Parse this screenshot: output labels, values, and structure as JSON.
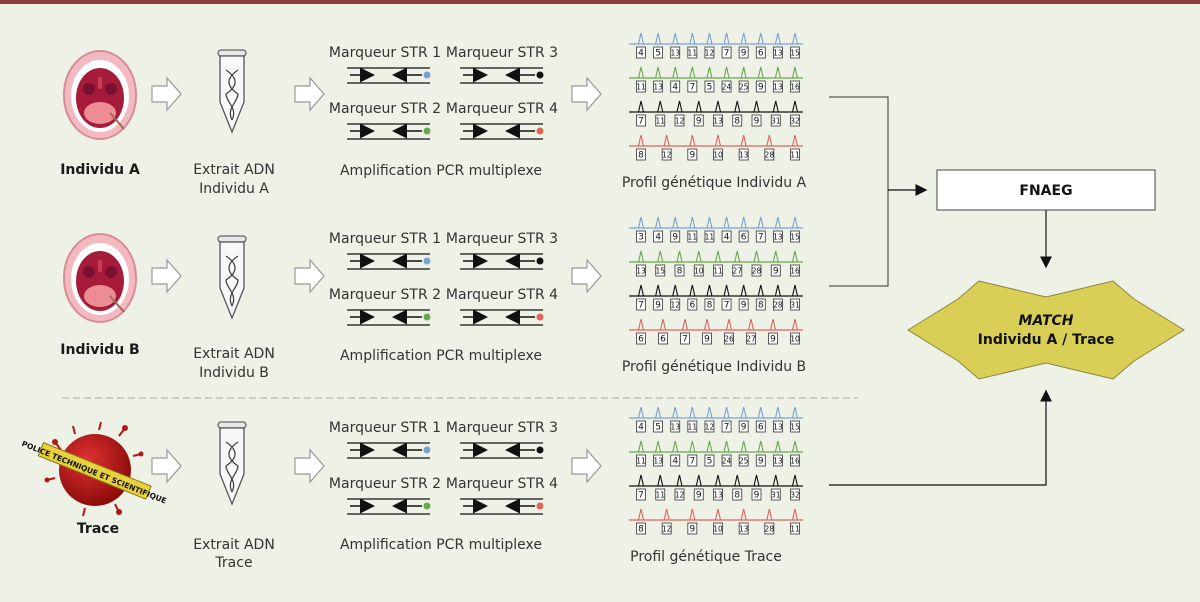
{
  "colors": {
    "background": "#eef1e6",
    "top_bar": "#8f3a3a",
    "blue": "#7aa2cf",
    "green": "#6aa84f",
    "black": "#111111",
    "red": "#e0645a",
    "match_fill": "#d9cf57"
  },
  "rows": [
    {
      "source_label": "Individu A",
      "source_icon": "mouth-icon",
      "extract_line1": "Extrait ADN",
      "extract_line2": "Individu A",
      "markers": [
        "Marqueur STR 1",
        "Marqueur STR 3",
        "Marqueur STR 2",
        "Marqueur STR 4"
      ],
      "pcr_label": "Amplification PCR multiplexe",
      "profile_label": "Profil génétique Individu A",
      "profile": [
        [
          "4",
          "5",
          "13",
          "11",
          "12",
          "7",
          "9",
          "6",
          "13",
          "15"
        ],
        [
          "11",
          "13",
          "4",
          "7",
          "5",
          "24",
          "25",
          "9",
          "13",
          "16"
        ],
        [
          "7",
          "11",
          "12",
          "9",
          "13",
          "8",
          "9",
          "31",
          "32"
        ],
        [
          "8",
          "12",
          "9",
          "10",
          "13",
          "28",
          "11"
        ]
      ]
    },
    {
      "source_label": "Individu B",
      "source_icon": "mouth-icon",
      "extract_line1": "Extrait ADN",
      "extract_line2": "Individu B",
      "markers": [
        "Marqueur STR 1",
        "Marqueur STR 3",
        "Marqueur STR 2",
        "Marqueur STR 4"
      ],
      "pcr_label": "Amplification PCR multiplexe",
      "profile_label": "Profil génétique Individu B",
      "profile": [
        [
          "3",
          "4",
          "9",
          "11",
          "11",
          "4",
          "6",
          "7",
          "13",
          "15"
        ],
        [
          "13",
          "15",
          "8",
          "10",
          "11",
          "27",
          "28",
          "9",
          "16"
        ],
        [
          "7",
          "9",
          "12",
          "6",
          "8",
          "7",
          "9",
          "8",
          "28",
          "31"
        ],
        [
          "6",
          "6",
          "7",
          "9",
          "26",
          "27",
          "9",
          "10"
        ]
      ]
    },
    {
      "source_label": "Trace",
      "source_icon": "blood-stain-icon",
      "extract_line1": "Extrait ADN",
      "extract_line2": "Trace",
      "markers": [
        "Marqueur STR 1",
        "Marqueur STR 3",
        "Marqueur STR 2",
        "Marqueur STR 4"
      ],
      "pcr_label": "Amplification PCR multiplexe",
      "profile_label": "Profil génétique Trace",
      "profile": [
        [
          "4",
          "5",
          "13",
          "11",
          "12",
          "7",
          "9",
          "6",
          "13",
          "15"
        ],
        [
          "11",
          "13",
          "4",
          "7",
          "5",
          "24",
          "25",
          "9",
          "13",
          "16"
        ],
        [
          "7",
          "11",
          "12",
          "9",
          "13",
          "8",
          "9",
          "31",
          "32"
        ],
        [
          "8",
          "12",
          "9",
          "10",
          "13",
          "28",
          "11"
        ]
      ]
    }
  ],
  "fnaeg_label": "FNAEG",
  "match_label": "MATCH",
  "match_sub": "Individu A / Trace",
  "tape_text": "POLICE TECHNIQUE ET SCIENTIFIQUE"
}
